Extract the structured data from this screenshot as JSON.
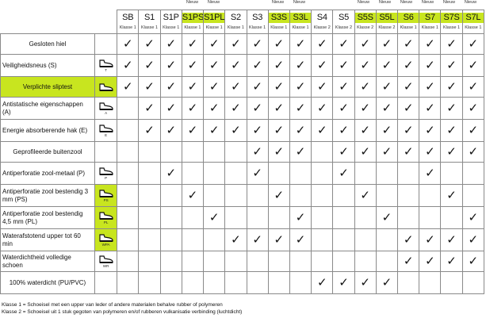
{
  "new_label": "Nieuw",
  "columns": [
    {
      "name": "SB",
      "klasse": "Klasse 1",
      "highlight": false,
      "new": false
    },
    {
      "name": "S1",
      "klasse": "Klasse 1",
      "highlight": false,
      "new": false
    },
    {
      "name": "S1P",
      "klasse": "Klasse 1",
      "highlight": false,
      "new": false
    },
    {
      "name": "S1PS",
      "klasse": "Klasse 1",
      "highlight": true,
      "new": true
    },
    {
      "name": "S1PL",
      "klasse": "Klasse 1",
      "highlight": true,
      "new": true
    },
    {
      "name": "S2",
      "klasse": "Klasse 1",
      "highlight": false,
      "new": false
    },
    {
      "name": "S3",
      "klasse": "Klasse 1",
      "highlight": false,
      "new": false
    },
    {
      "name": "S3S",
      "klasse": "Klasse 1",
      "highlight": true,
      "new": true
    },
    {
      "name": "S3L",
      "klasse": "Klasse 1",
      "highlight": true,
      "new": true
    },
    {
      "name": "S4",
      "klasse": "Klasse 2",
      "highlight": false,
      "new": false
    },
    {
      "name": "S5",
      "klasse": "Klasse 2",
      "highlight": false,
      "new": false
    },
    {
      "name": "S5S",
      "klasse": "Klasse 2",
      "highlight": true,
      "new": true
    },
    {
      "name": "S5L",
      "klasse": "Klasse 2",
      "highlight": true,
      "new": true
    },
    {
      "name": "S6",
      "klasse": "Klasse 1",
      "highlight": true,
      "new": true
    },
    {
      "name": "S7",
      "klasse": "Klasse 1",
      "highlight": true,
      "new": true
    },
    {
      "name": "S7S",
      "klasse": "Klasse 1",
      "highlight": true,
      "new": true
    },
    {
      "name": "S7L",
      "klasse": "Klasse 1",
      "highlight": true,
      "new": true
    }
  ],
  "rows": [
    {
      "label": "Gesloten hiel",
      "centered": true,
      "highlight": false,
      "icon": null,
      "icon_label": "",
      "icon_hl": false,
      "checks": [
        1,
        1,
        1,
        1,
        1,
        1,
        1,
        1,
        1,
        1,
        1,
        1,
        1,
        1,
        1,
        1,
        1
      ]
    },
    {
      "label": "Veiligheidsneus (S)",
      "centered": false,
      "highlight": false,
      "icon": "toe-cap-shoe-icon",
      "icon_label": "T",
      "icon_hl": false,
      "checks": [
        1,
        1,
        1,
        1,
        1,
        1,
        1,
        1,
        1,
        1,
        1,
        1,
        1,
        1,
        1,
        1,
        1
      ]
    },
    {
      "label": "Verplichte sliptest",
      "centered": true,
      "highlight": true,
      "icon": "slip-shoe-icon",
      "icon_label": "",
      "icon_hl": true,
      "checks": [
        1,
        1,
        1,
        1,
        1,
        1,
        1,
        1,
        1,
        1,
        1,
        1,
        1,
        1,
        1,
        1,
        1
      ]
    },
    {
      "label": "Antistatische eigenschappen (A)",
      "centered": false,
      "highlight": false,
      "icon": "antistatic-shoe-icon",
      "icon_label": "A",
      "icon_hl": false,
      "checks": [
        0,
        1,
        1,
        1,
        1,
        1,
        1,
        1,
        1,
        1,
        1,
        1,
        1,
        1,
        1,
        1,
        1
      ]
    },
    {
      "label": "Energie absorberende hak (E)",
      "centered": false,
      "highlight": false,
      "icon": "energy-heel-shoe-icon",
      "icon_label": "E",
      "icon_hl": false,
      "checks": [
        0,
        1,
        1,
        1,
        1,
        1,
        1,
        1,
        1,
        1,
        1,
        1,
        1,
        1,
        1,
        1,
        1
      ]
    },
    {
      "label": "Geprofileerde buitenzool",
      "centered": true,
      "highlight": false,
      "icon": null,
      "icon_label": "",
      "icon_hl": false,
      "checks": [
        0,
        0,
        0,
        0,
        0,
        0,
        1,
        1,
        1,
        0,
        1,
        1,
        1,
        1,
        1,
        1,
        1
      ]
    },
    {
      "label": "Antiperforatie zool-metaal (P)",
      "centered": false,
      "highlight": false,
      "icon": "perforation-metal-shoe-icon",
      "icon_label": "P",
      "icon_hl": false,
      "checks": [
        0,
        0,
        1,
        0,
        0,
        0,
        1,
        0,
        0,
        0,
        1,
        0,
        0,
        0,
        1,
        0,
        0
      ]
    },
    {
      "label": "Antiperforatie zool bestendig 3 mm (PS)",
      "centered": false,
      "highlight": false,
      "icon": "perforation-ps-shoe-icon",
      "icon_label": "PS",
      "icon_hl": true,
      "checks": [
        0,
        0,
        0,
        1,
        0,
        0,
        0,
        1,
        0,
        0,
        0,
        1,
        0,
        0,
        0,
        1,
        0
      ]
    },
    {
      "label": "Antiperforatie zool bestendig 4,5 mm (PL)",
      "centered": false,
      "highlight": false,
      "icon": "perforation-pl-shoe-icon",
      "icon_label": "PL",
      "icon_hl": true,
      "checks": [
        0,
        0,
        0,
        0,
        1,
        0,
        0,
        0,
        1,
        0,
        0,
        0,
        1,
        0,
        0,
        0,
        1
      ]
    },
    {
      "label": "Waterafstotend upper tot 60 min",
      "centered": false,
      "highlight": false,
      "icon": "water-repellent-shoe-icon",
      "icon_label": "WPA",
      "icon_hl": true,
      "checks": [
        0,
        0,
        0,
        0,
        0,
        1,
        1,
        1,
        1,
        0,
        0,
        0,
        0,
        1,
        1,
        1,
        1
      ]
    },
    {
      "label": "Waterdichtheid volledige schoen",
      "centered": false,
      "highlight": false,
      "icon": "waterproof-shoe-icon",
      "icon_label": "WR",
      "icon_hl": false,
      "checks": [
        0,
        0,
        0,
        0,
        0,
        0,
        0,
        0,
        0,
        0,
        0,
        0,
        0,
        1,
        1,
        1,
        1
      ]
    },
    {
      "label": "100% waterdicht (PU/PVC)",
      "centered": true,
      "highlight": false,
      "icon": null,
      "icon_label": "",
      "icon_hl": false,
      "checks": [
        0,
        0,
        0,
        0,
        0,
        0,
        0,
        0,
        0,
        1,
        1,
        1,
        1,
        0,
        0,
        0,
        0
      ]
    }
  ],
  "check_mark": "✓",
  "footnotes": [
    "Klasse 1 = Schoeisel met een upper van leder of andere materialen behalve rubber of polymeren",
    "Klasse 2 = Schoeisel uit 1 stuk gegoten van polymeren en/of rubberen vulkanisatie verbinding (luchtdicht)"
  ]
}
